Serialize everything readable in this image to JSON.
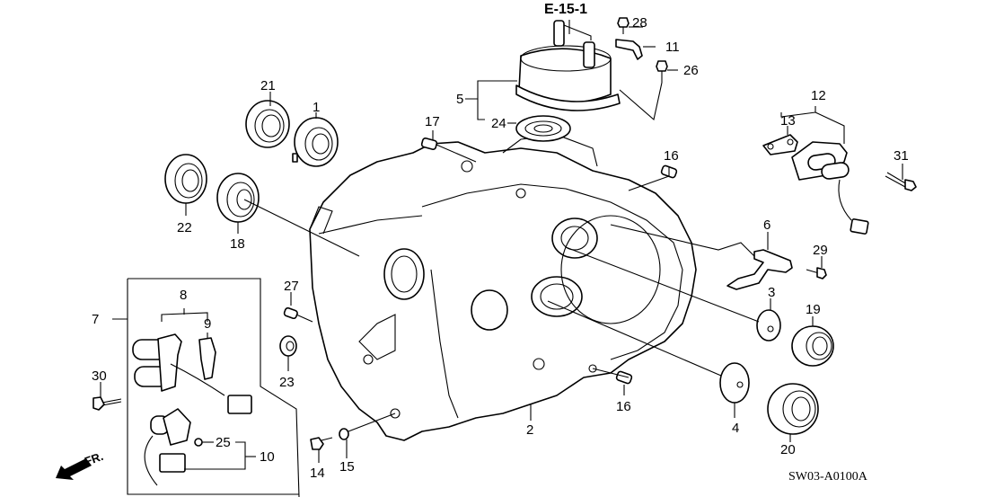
{
  "diagram": {
    "title": "Transmission housing exploded parts diagram",
    "reference_label": "E-15-1",
    "diagram_code": "SW03-A0100A",
    "direction_label": "FR.",
    "callouts": [
      {
        "id": "1",
        "part": "bearing"
      },
      {
        "id": "2",
        "part": "transmission-housing"
      },
      {
        "id": "3",
        "part": "cap"
      },
      {
        "id": "4",
        "part": "cap"
      },
      {
        "id": "5",
        "part": "oil-cooler"
      },
      {
        "id": "6",
        "part": "pipe"
      },
      {
        "id": "7",
        "part": "solenoid-assembly"
      },
      {
        "id": "8",
        "part": "solenoid"
      },
      {
        "id": "9",
        "part": "gasket"
      },
      {
        "id": "10",
        "part": "solenoid"
      },
      {
        "id": "11",
        "part": "clamp"
      },
      {
        "id": "12",
        "part": "solenoid"
      },
      {
        "id": "13",
        "part": "gasket"
      },
      {
        "id": "14",
        "part": "drain-bolt"
      },
      {
        "id": "15",
        "part": "washer"
      },
      {
        "id": "16",
        "part": "dowel-pin"
      },
      {
        "id": "17",
        "part": "dowel-pin"
      },
      {
        "id": "18",
        "part": "bearing"
      },
      {
        "id": "19",
        "part": "bearing"
      },
      {
        "id": "20",
        "part": "bearing"
      },
      {
        "id": "21",
        "part": "oil-seal"
      },
      {
        "id": "22",
        "part": "oil-seal"
      },
      {
        "id": "23",
        "part": "magnet"
      },
      {
        "id": "24",
        "part": "gasket"
      },
      {
        "id": "25",
        "part": "o-ring"
      },
      {
        "id": "26",
        "part": "bolt"
      },
      {
        "id": "27",
        "part": "dowel-pin"
      },
      {
        "id": "28",
        "part": "bolt"
      },
      {
        "id": "29",
        "part": "bolt"
      },
      {
        "id": "30",
        "part": "bolt"
      },
      {
        "id": "31",
        "part": "bolt"
      }
    ],
    "labels": {
      "l1": "1",
      "l2": "2",
      "l3": "3",
      "l4": "4",
      "l5": "5",
      "l6": "6",
      "l7": "7",
      "l8": "8",
      "l9": "9",
      "l10": "10",
      "l11": "11",
      "l12": "12",
      "l13": "13",
      "l14": "14",
      "l15": "15",
      "l16a": "16",
      "l16b": "16",
      "l17": "17",
      "l18": "18",
      "l19": "19",
      "l20": "20",
      "l21": "21",
      "l22": "22",
      "l23": "23",
      "l24": "24",
      "l25": "25",
      "l26": "26",
      "l27": "27",
      "l28": "28",
      "l29": "29",
      "l30": "30",
      "l31": "31"
    }
  }
}
